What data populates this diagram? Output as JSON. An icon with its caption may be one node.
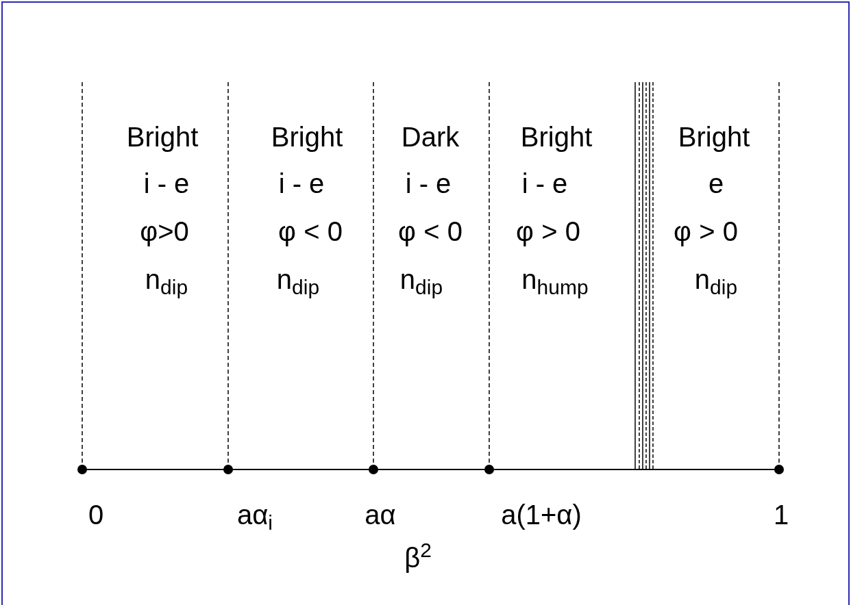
{
  "diagram": {
    "labels": [
      "Bright",
      "Bright",
      "Dark",
      "Bright",
      "Bright",
      "i - e",
      "i - e",
      "i - e",
      "i - e",
      "e",
      "φ>0",
      "φ < 0",
      "φ < 0",
      "φ > 0",
      "φ > 0",
      "n$_{dip}$",
      "n$_{dip}$",
      "n$_{dip}$",
      "n$_{hump}$",
      "n$_{dip}$",
      "0",
      "aα$_{i}$",
      "aα",
      "a(1+α)",
      "1",
      "β$^{2}$"
    ]
  }
}
